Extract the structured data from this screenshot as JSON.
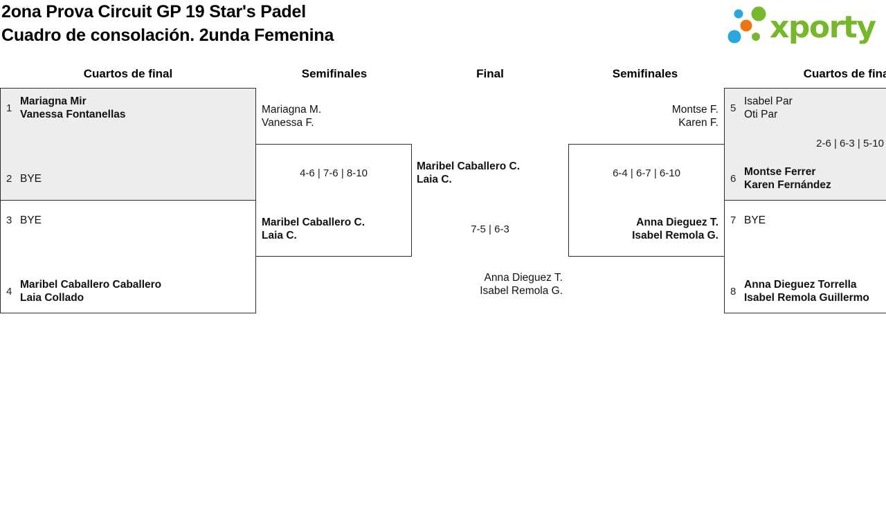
{
  "header": {
    "title_line1": "2ona Prova Circuit GP 19 Star's Padel",
    "title_line2": "Cuadro de consolación. 2unda Femenina",
    "logo": {
      "wordmark": "xporty"
    }
  },
  "colors": {
    "logo_green": "#76b82a",
    "logo_blue": "#29a8e0",
    "logo_orange": "#ec7610",
    "highlight_box_bg": "#ededed",
    "box_border": "#2b2b2b"
  },
  "round_headers": [
    "Cuartos de final",
    "Semifinales",
    "Final",
    "Semifinales",
    "Cuartos de final"
  ],
  "matches": {
    "qf1": {
      "team1": {
        "seed": "1",
        "players": [
          "Mariagna Mir",
          "Vanessa Fontanellas"
        ]
      },
      "team2": {
        "seed": "2",
        "players": [
          "BYE"
        ]
      }
    },
    "qf2": {
      "team1": {
        "seed": "3",
        "players": [
          "BYE"
        ]
      },
      "team2": {
        "seed": "4",
        "players": [
          "Maribel Caballero Caballero",
          "Laia Collado"
        ]
      }
    },
    "qf3": {
      "team1": {
        "seed": "5",
        "players": [
          "Isabel Par",
          "Oti Par"
        ]
      },
      "score": "2-6 | 6-3 | 5-10",
      "team2": {
        "seed": "6",
        "players": [
          "Montse Ferrer",
          "Karen Fernández"
        ]
      }
    },
    "qf4": {
      "team1": {
        "seed": "7",
        "players": [
          "BYE"
        ]
      },
      "team2": {
        "seed": "8",
        "players": [
          "Anna Dieguez Torrella",
          "Isabel Remola Guillermo"
        ]
      }
    },
    "sf_left": {
      "entrant_top": {
        "players": [
          "Mariagna M.",
          "Vanessa F."
        ]
      },
      "score": "4-6 | 7-6 | 8-10",
      "winner": {
        "players": [
          "Maribel Caballero C.",
          "Laia C."
        ]
      }
    },
    "sf_right": {
      "entrant_top": {
        "players": [
          "Montse F.",
          "Karen F."
        ]
      },
      "score": "6-4 | 6-7 | 6-10",
      "winner": {
        "players": [
          "Anna Dieguez T.",
          "Isabel Remola G."
        ]
      }
    },
    "final": {
      "entrant_top": {
        "players": [
          "Maribel Caballero C.",
          "Laia C."
        ]
      },
      "score": "7-5 | 6-3",
      "entrant_bottom": {
        "players": [
          "Anna Dieguez T.",
          "Isabel Remola G."
        ]
      }
    }
  }
}
